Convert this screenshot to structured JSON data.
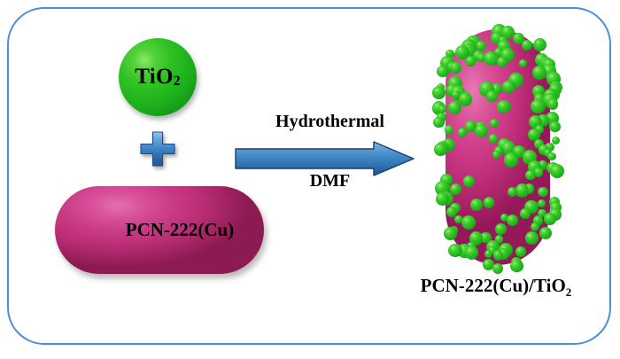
{
  "figure": {
    "type": "synthesis-scheme",
    "background_color": "#ffffff",
    "frame_color": "#4a90d9"
  },
  "reactants": [
    {
      "id": "tio2",
      "label_html": "TiO<sub>2</sub>",
      "label_text": "TiO2",
      "shape": "sphere",
      "color": "#1eb01d",
      "color_name": "green"
    },
    {
      "id": "pcn-222-cu",
      "label_html": "PCN-222(Cu)",
      "label_text": "PCN-222(Cu)",
      "shape": "capsule",
      "color": "#c93a84",
      "color_name": "pink"
    }
  ],
  "operator": {
    "symbol": "+",
    "icon": "plus-icon",
    "color": "#3f7fc1"
  },
  "arrow": {
    "icon": "right-arrow-icon",
    "top_label": "Hydrothermal",
    "bottom_label": "DMF",
    "color": "#3f86c6"
  },
  "product": {
    "id": "pcn-222-cu-tio2",
    "label_html": "PCN-222(Cu)/TiO<sub>2</sub>",
    "label_text": "PCN-222(Cu)/TiO2",
    "core_shape": "capsule",
    "core_color": "#c2307c",
    "particle_color": "#1fb01d",
    "particle_count": 152
  }
}
